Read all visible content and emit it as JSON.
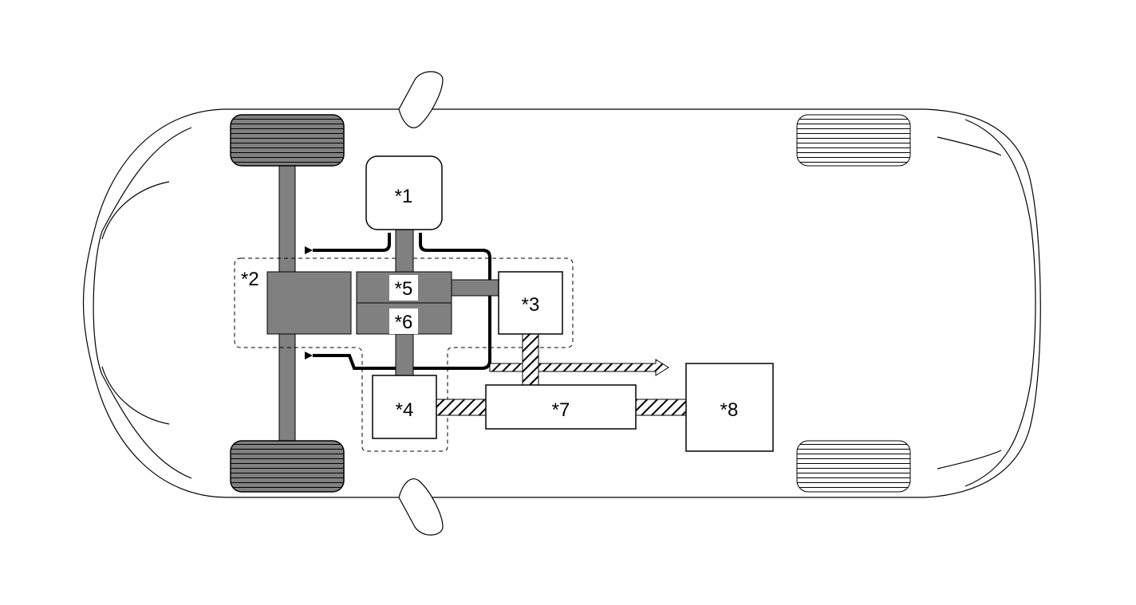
{
  "labels": {
    "l1": "*1",
    "l2": "*2",
    "l3": "*3",
    "l4": "*4",
    "l5": "*5",
    "l6": "*6",
    "l7": "*7",
    "l8": "*8"
  },
  "colors": {
    "drivetrain_gray": "#808080",
    "outline": "#000000",
    "background": "#ffffff"
  }
}
